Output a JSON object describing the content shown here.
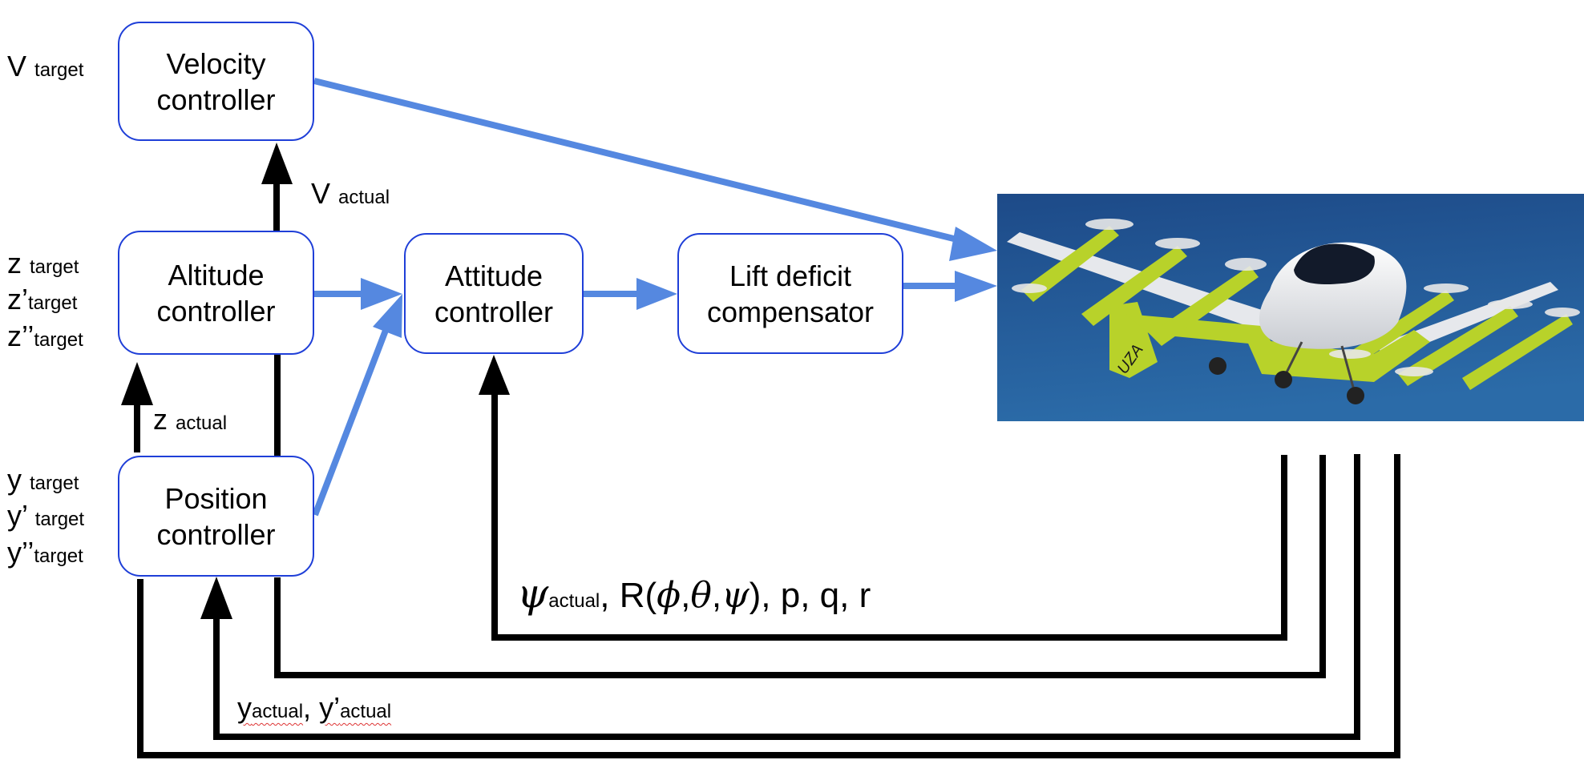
{
  "diagram": {
    "title": "Multicopter/eVTOL cascaded flight control architecture",
    "blocks": {
      "velocity": [
        "Velocity",
        "controller"
      ],
      "altitude": [
        "Altitude",
        "controller"
      ],
      "position": [
        "Position",
        "controller"
      ],
      "attitude": [
        "Attitude",
        "controller"
      ],
      "lift": [
        "Lift deficit",
        "compensator"
      ]
    },
    "inputs": {
      "velocity": [
        {
          "sym": "V",
          "sub": "target"
        }
      ],
      "altitude": [
        {
          "sym": "z",
          "sub": "target"
        },
        {
          "sym": "z’",
          "sub": "target"
        },
        {
          "sym": "z’’",
          "sub": "target"
        }
      ],
      "position": [
        {
          "sym": "y",
          "sub": "target"
        },
        {
          "sym": "y’",
          "sub": "target"
        },
        {
          "sym": "y’’",
          "sub": "target"
        }
      ]
    },
    "signals": {
      "v_actual": {
        "sym": "V",
        "sub": "actual"
      },
      "z_actual": {
        "sym": "z",
        "sub": "actual"
      },
      "attitude_feedback": {
        "psi": "ψ",
        "psi_sub": "actual",
        "rest_prefix": ", R(",
        "phi": "ϕ",
        "theta": "θ",
        "psi2": "ψ",
        "rest_suffix": "), p, q, r"
      },
      "position_feedback": {
        "y": "y",
        "y_sub": "actual",
        "sep": ", ",
        "y2": "y’",
        "y2_sub": "actual"
      }
    },
    "plant": {
      "label": "aircraft-photo",
      "tail_marking": "UZA",
      "sky_top": "#1d4a88",
      "sky_bottom": "#2b6ba8"
    },
    "colors": {
      "block_border": "#1f3fd8",
      "forward_arrow": "#5588e0",
      "feedback_line": "#000000"
    }
  }
}
